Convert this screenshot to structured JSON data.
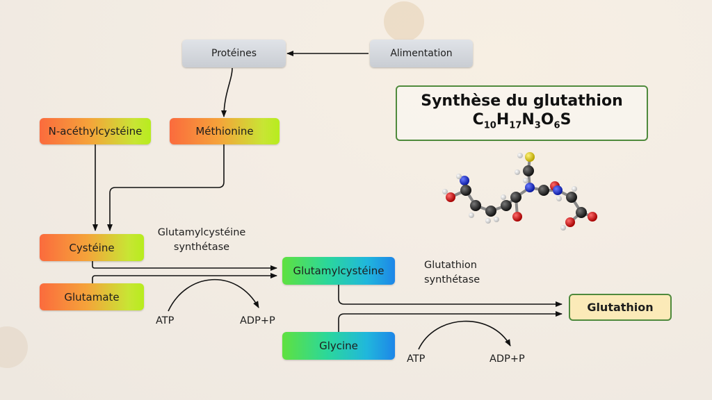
{
  "title": {
    "line1": "Synthèse du glutathion",
    "formula": [
      {
        "el": "C",
        "n": "10"
      },
      {
        "el": "H",
        "n": "17"
      },
      {
        "el": "N",
        "n": "3"
      },
      {
        "el": "O",
        "n": "6"
      },
      {
        "el": "S",
        "n": ""
      }
    ]
  },
  "nodes": {
    "alimentation": "Alimentation",
    "proteines": "Protéines",
    "nacetyl": "N-acéthylcystéine",
    "methionine": "Méthionine",
    "cysteine": "Cystéine",
    "glutamate": "Glutamate",
    "glutamylcysteine": "Glutamylcystéine",
    "glycine": "Glycine",
    "glutathion": "Glutathion"
  },
  "labels": {
    "enzyme1_line1": "Glutamylcystéine",
    "enzyme1_line2": "synthétase",
    "enzyme2_line1": "Glutathion",
    "enzyme2_line2": "synthétase",
    "atp1": "ATP",
    "adp1": "ADP+P",
    "atp2": "ATP",
    "adp2": "ADP+P"
  },
  "colors": {
    "frame_green": "#4f8a3c",
    "final_fill": "#fbeab8"
  }
}
